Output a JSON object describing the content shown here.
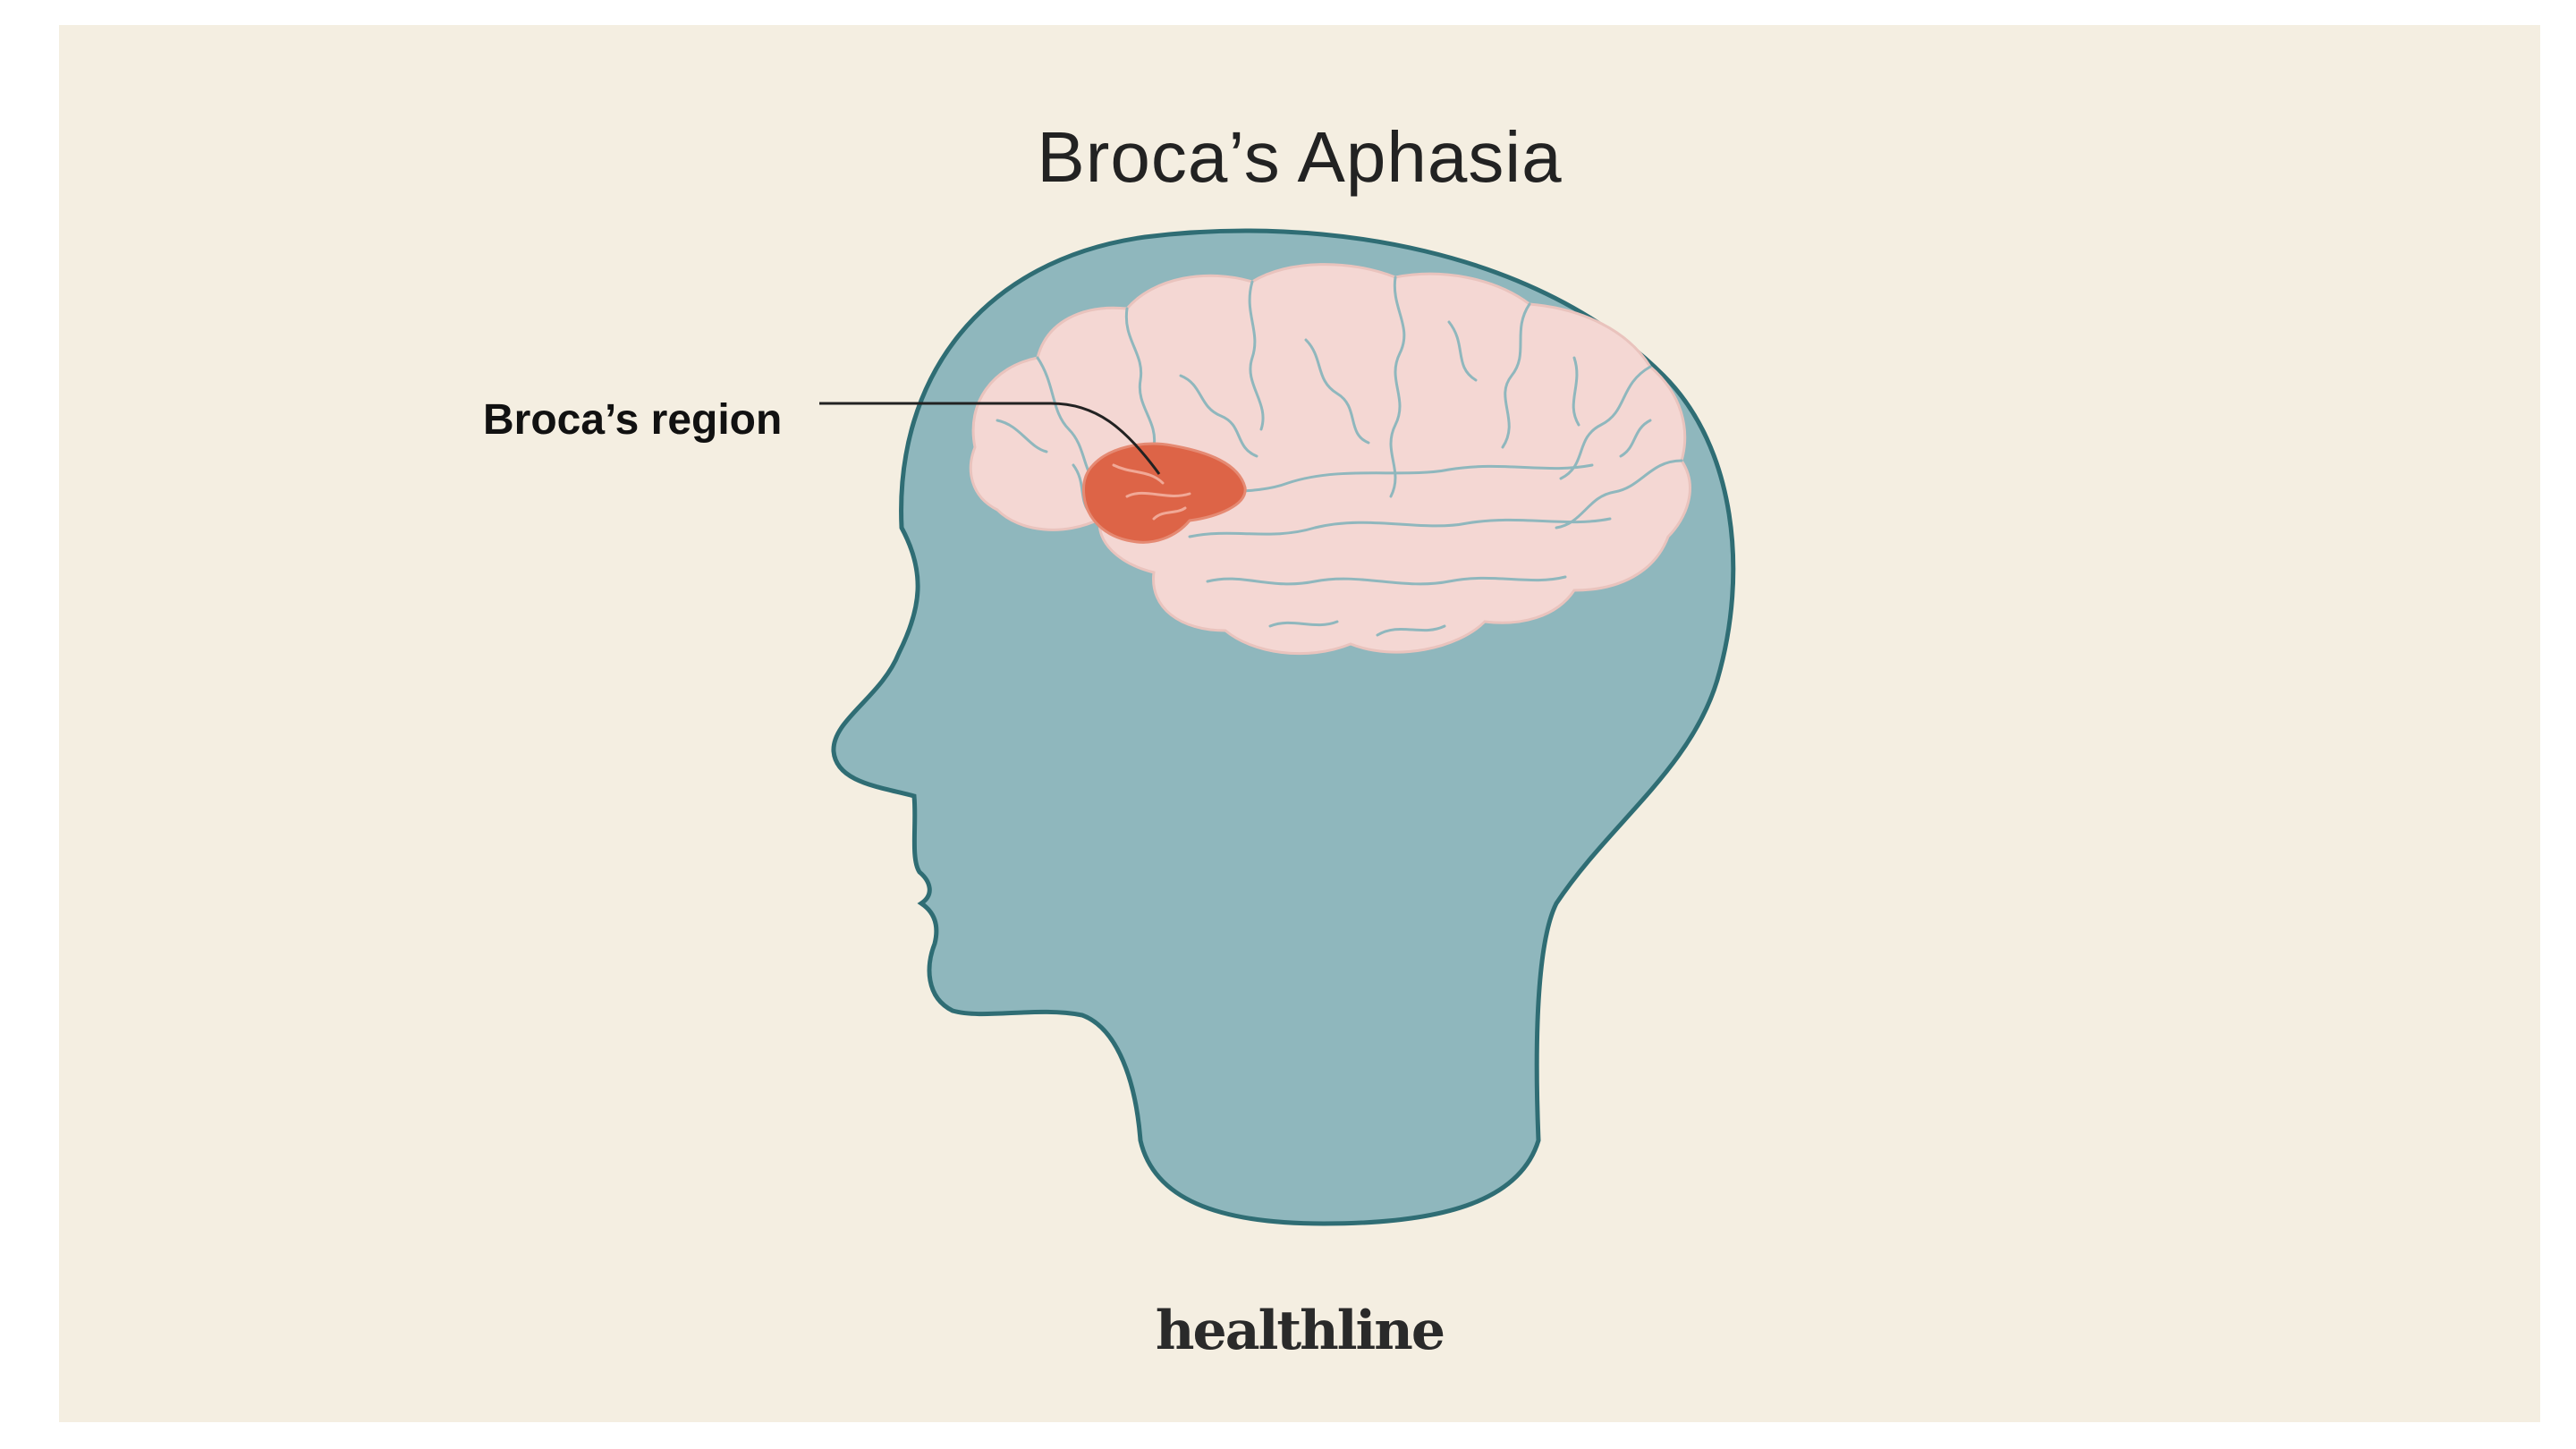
{
  "figure": {
    "title": "Broca’s Aphasia",
    "callout_label": "Broca’s region",
    "brand": "healthline"
  },
  "colors": {
    "background": "#f4eee1",
    "head_fill": "#8fb7bd",
    "head_outline": "#2f6d74",
    "brain_fill": "#f4d7d3",
    "brain_sulci": "#8fb7bd",
    "broca_region": "#dd6447",
    "text": "#222222"
  },
  "icons": {
    "head": "head-profile-icon",
    "brain": "brain-icon"
  }
}
